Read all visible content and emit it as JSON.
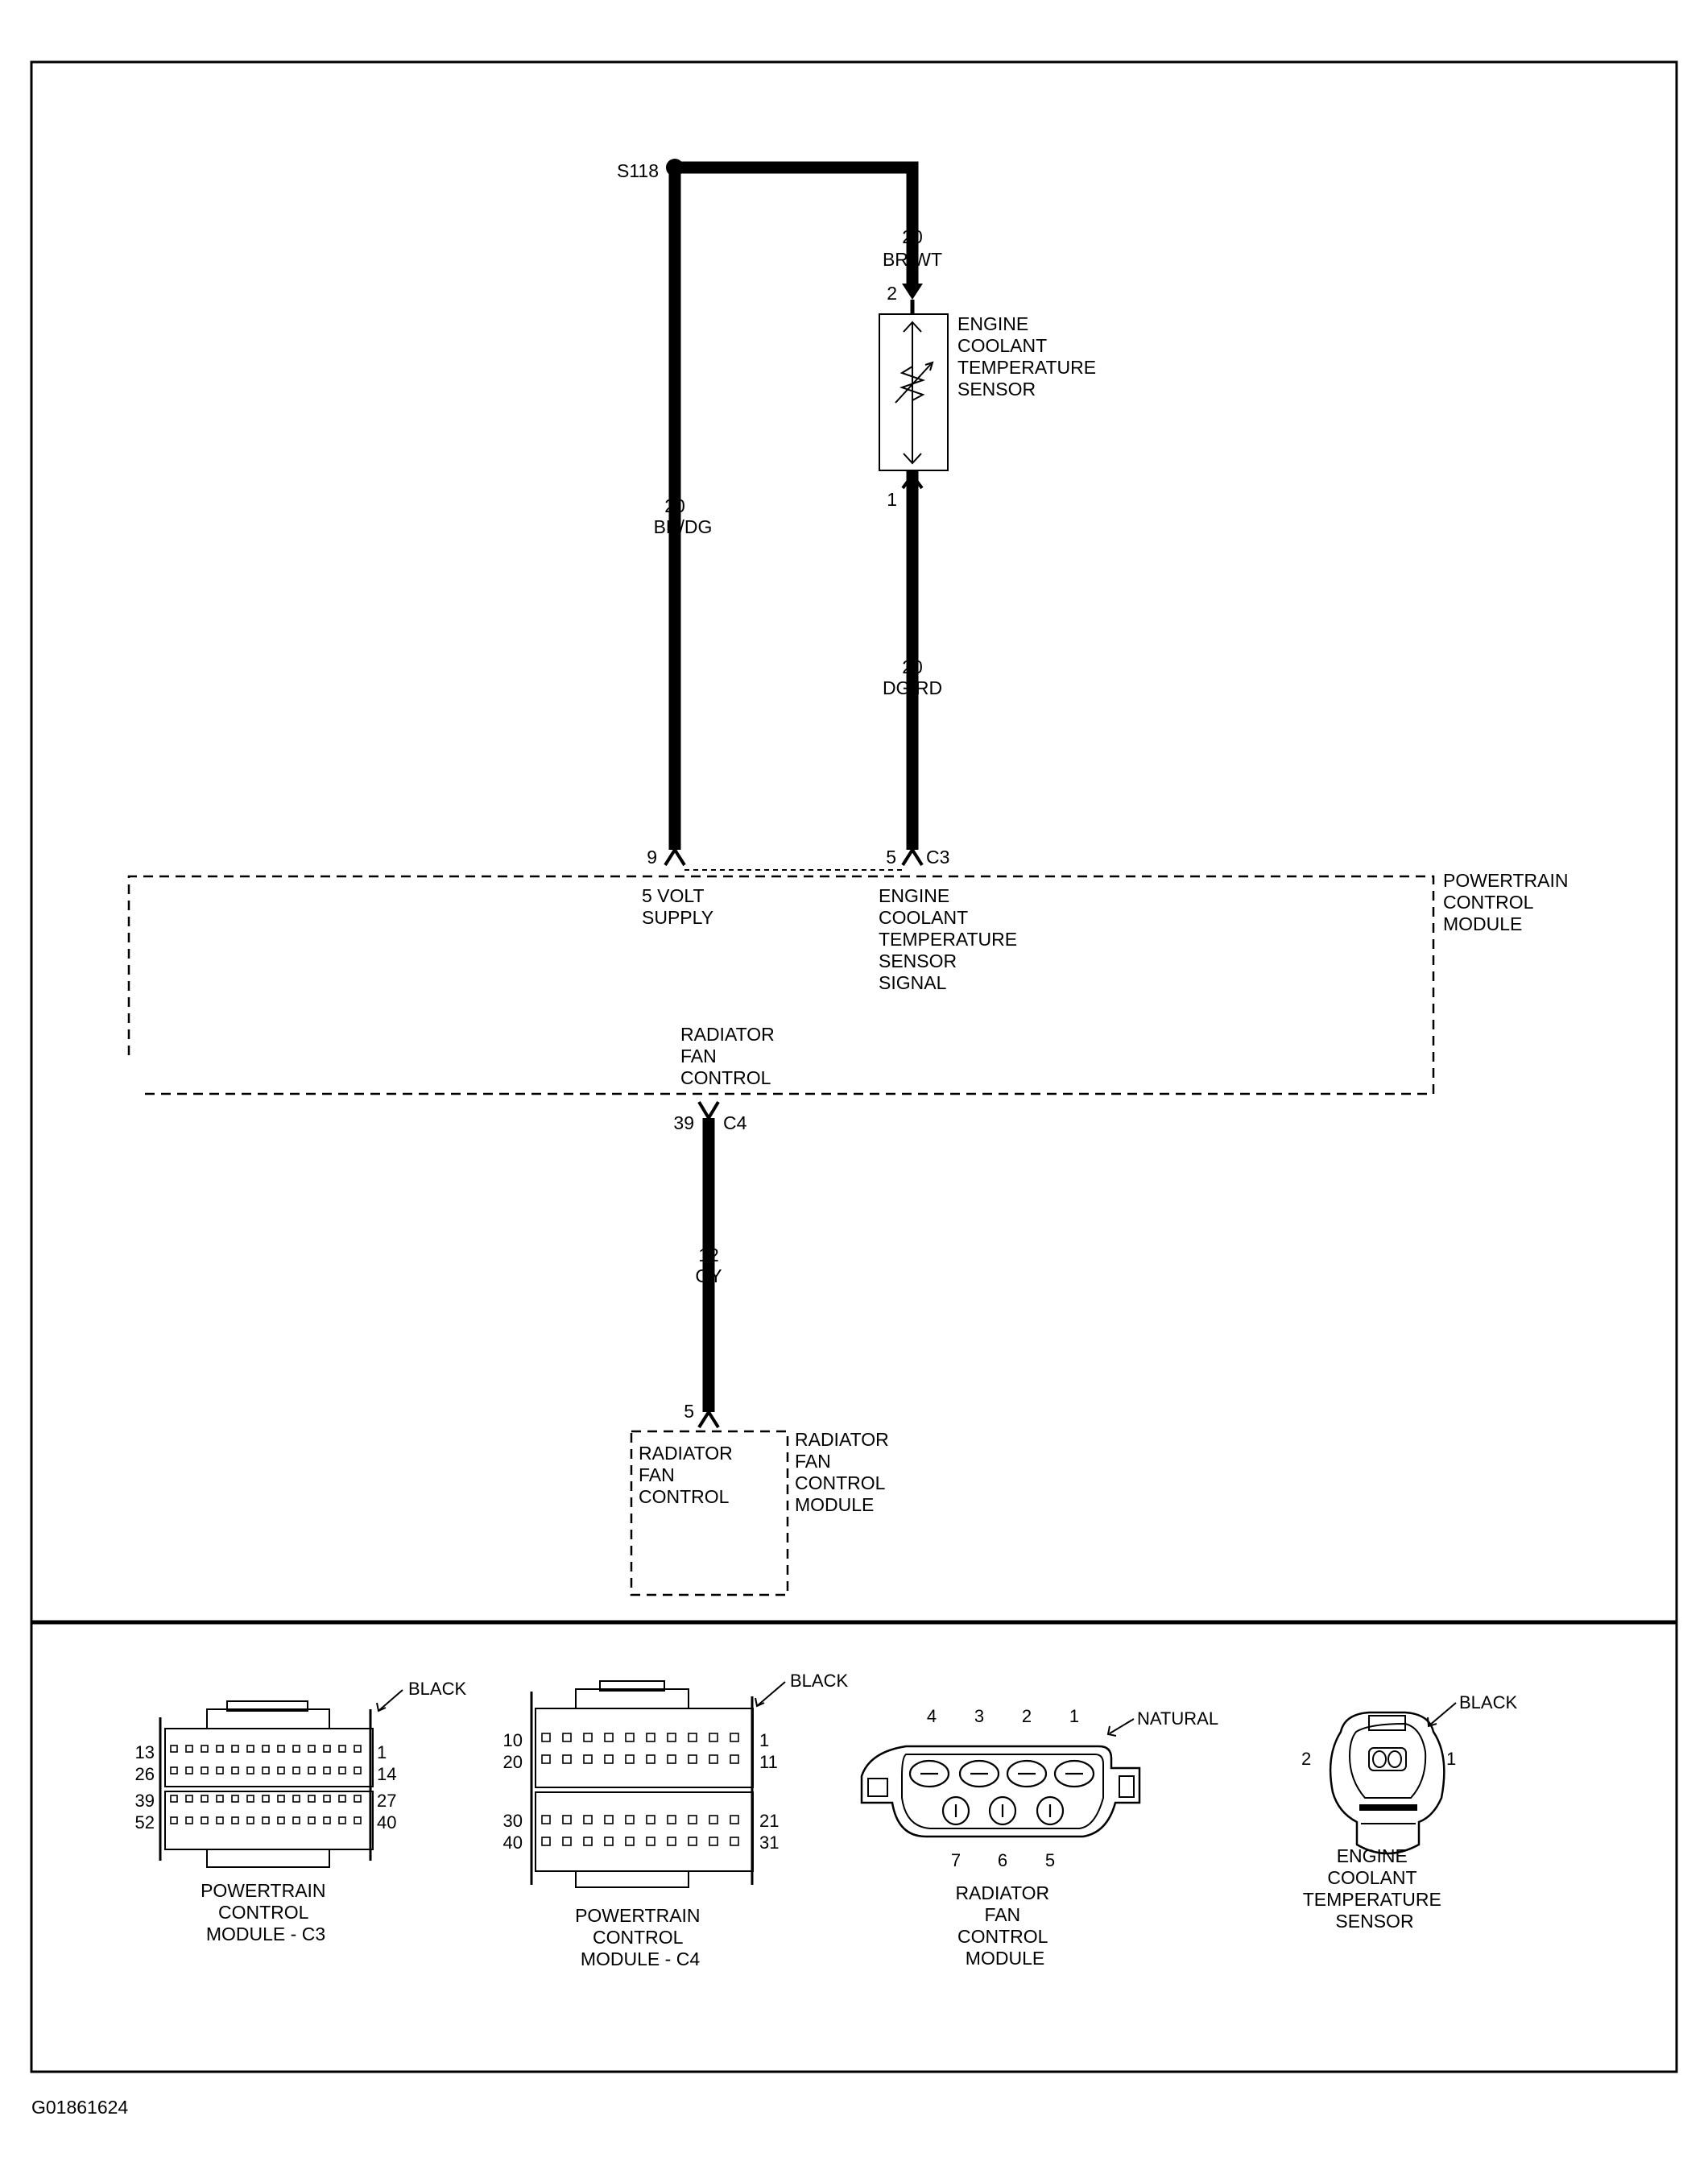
{
  "splice": {
    "id": "S118"
  },
  "wires": {
    "supply": {
      "gauge": "20",
      "color": "BR/DG"
    },
    "sensor_ground": {
      "gauge": "20",
      "color": "BR/WT"
    },
    "sensor_signal": {
      "gauge": "20",
      "color": "DG/RD"
    },
    "fan_control": {
      "gauge": "12",
      "color": "GY"
    }
  },
  "pins": {
    "ect_top": "2",
    "ect_bottom": "1",
    "pcm_supply": "9",
    "pcm_signal": "5",
    "pcm_signal_connector": "C3",
    "pcm_fan": "39",
    "pcm_fan_connector": "C4",
    "rfcm": "5"
  },
  "ect_sensor": {
    "label_lines": [
      "ENGINE",
      "COOLANT",
      "TEMPERATURE",
      "SENSOR"
    ]
  },
  "pcm": {
    "label_lines": [
      "POWERTRAIN",
      "CONTROL",
      "MODULE"
    ],
    "supply_lines": [
      "5 VOLT",
      "SUPPLY"
    ],
    "signal_lines": [
      "ENGINE",
      "COOLANT",
      "TEMPERATURE",
      "SENSOR",
      "SIGNAL"
    ],
    "fan_lines": [
      "RADIATOR",
      "FAN",
      "CONTROL"
    ]
  },
  "rfcm": {
    "inner_lines": [
      "RADIATOR",
      "FAN",
      "CONTROL"
    ],
    "label_lines": [
      "RADIATOR",
      "FAN",
      "CONTROL",
      "MODULE"
    ]
  },
  "connectors": {
    "c3": {
      "color": "BLACK",
      "left_pins": [
        "13",
        "26",
        "39",
        "52"
      ],
      "right_pins": [
        "1",
        "14",
        "27",
        "40"
      ],
      "caption_lines": [
        "POWERTRAIN",
        "CONTROL",
        "MODULE - C3"
      ]
    },
    "c4": {
      "color": "BLACK",
      "left_pins": [
        "10",
        "20",
        "30",
        "40"
      ],
      "right_pins": [
        "1",
        "11",
        "21",
        "31"
      ],
      "caption_lines": [
        "POWERTRAIN",
        "CONTROL",
        "MODULE - C4"
      ]
    },
    "rfcm": {
      "color": "NATURAL",
      "top_pins": [
        "4",
        "3",
        "2",
        "1"
      ],
      "bottom_pins": [
        "7",
        "6",
        "5"
      ],
      "caption_lines": [
        "RADIATOR",
        "FAN",
        "CONTROL",
        "MODULE"
      ]
    },
    "ect": {
      "color": "BLACK",
      "left_pin": "2",
      "right_pin": "1",
      "caption_lines": [
        "ENGINE",
        "COOLANT",
        "TEMPERATURE",
        "SENSOR"
      ]
    }
  },
  "figure_id": "G01861624"
}
